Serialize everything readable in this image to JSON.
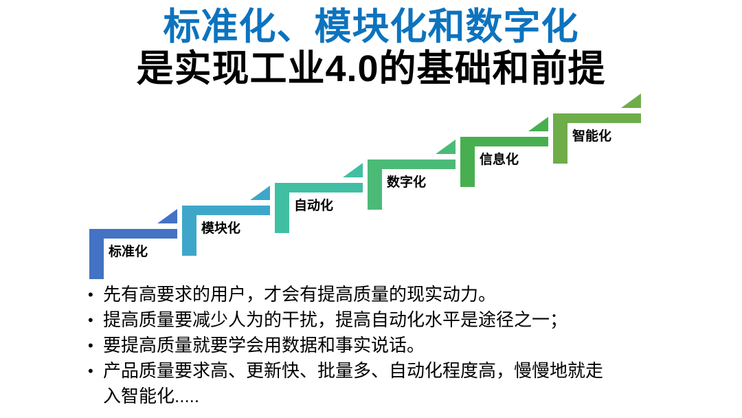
{
  "title": {
    "line1": "标准化、模块化和数字化",
    "line1_color": "#0D73BE",
    "line2": "是实现工业4.0的基础和前提",
    "line2_color": "#000000"
  },
  "staircase": {
    "steps": [
      {
        "label": "标准化",
        "color": "#4472C4"
      },
      {
        "label": "模块化",
        "color": "#3EA7C9"
      },
      {
        "label": "自动化",
        "color": "#41BFA2"
      },
      {
        "label": "数字化",
        "color": "#4CBA77"
      },
      {
        "label": "信息化",
        "color": "#47AF4F"
      },
      {
        "label": "智能化",
        "color": "#6FAC4A"
      }
    ]
  },
  "bullets": {
    "marker": "•",
    "items": [
      "先有高要求的用户，才会有提高质量的现实动力。",
      "提高质量要减少人为的干扰，提高自动化水平是途径之一；",
      "要提高质量就要学会用数据和事实说话。",
      "产品质量要求高、更新快、批量多、自动化程度高，慢慢地就走入智能化....."
    ]
  }
}
